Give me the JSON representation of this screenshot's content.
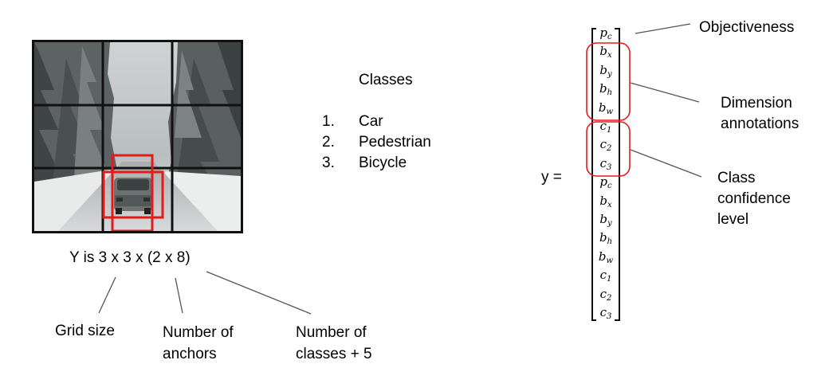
{
  "left_panel": {
    "image_description_icon": "snowy-road-with-car-photo",
    "formula": "Y is 3 x 3 x (2 x 8)",
    "labels": {
      "grid_size": "Grid size",
      "anchors_line1": "Number of",
      "anchors_line2": "anchors",
      "classes_line1": "Number of",
      "classes_line2": "classes + 5"
    }
  },
  "classes_panel": {
    "title": "Classes",
    "items": [
      {
        "num": "1.",
        "label": "Car"
      },
      {
        "num": "2.",
        "label": "Pedestrian"
      },
      {
        "num": "3.",
        "label": "Bicycle"
      }
    ]
  },
  "vector_panel": {
    "y_label": "y =",
    "entries": [
      {
        "base": "p",
        "sub": "c"
      },
      {
        "base": "b",
        "sub": "x"
      },
      {
        "base": "b",
        "sub": "y"
      },
      {
        "base": "b",
        "sub": "h"
      },
      {
        "base": "b",
        "sub": "w"
      },
      {
        "base": "c",
        "sub": "1"
      },
      {
        "base": "c",
        "sub": "2"
      },
      {
        "base": "c",
        "sub": "3"
      },
      {
        "base": "p",
        "sub": "c"
      },
      {
        "base": "b",
        "sub": "x"
      },
      {
        "base": "b",
        "sub": "y"
      },
      {
        "base": "b",
        "sub": "h"
      },
      {
        "base": "b",
        "sub": "w"
      },
      {
        "base": "c",
        "sub": "1"
      },
      {
        "base": "c",
        "sub": "2"
      },
      {
        "base": "c",
        "sub": "3"
      }
    ],
    "annotations": {
      "objectiveness": "Objectiveness",
      "dimension_line1": "Dimension",
      "dimension_line2": "annotations",
      "class_line1": "Class",
      "class_line2": "confidence",
      "class_line3": "level"
    }
  },
  "colors": {
    "highlight": "#e31b1b",
    "leader_line": "#555555",
    "grid_line": "#111111"
  }
}
